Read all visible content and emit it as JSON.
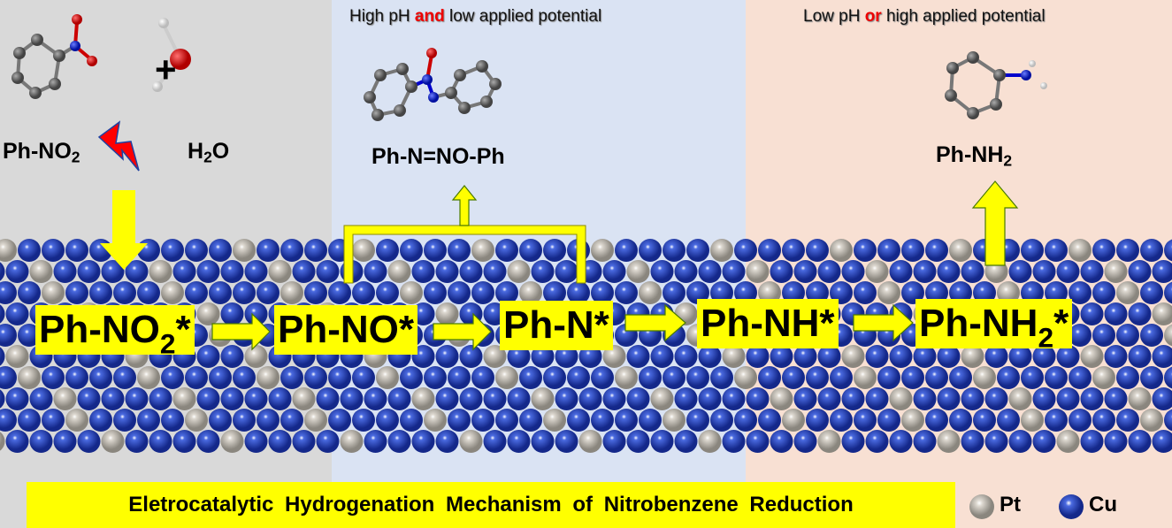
{
  "conditions": {
    "middle": {
      "pre": "High pH ",
      "highlight": "and",
      "post": " low applied potential"
    },
    "right": {
      "pre": "Low pH ",
      "highlight": "or",
      "post": " high applied potential"
    }
  },
  "reactants": {
    "nitrobenzene": {
      "main": "Ph-NO",
      "sub": "2"
    },
    "plus": "+",
    "water": {
      "pre": "H",
      "sub": "2",
      "post": "O"
    }
  },
  "products": {
    "azoxy": "Ph-N=NO-Ph",
    "aniline": {
      "main": "Ph-NH",
      "sub": "2"
    }
  },
  "intermediates": [
    {
      "main": "Ph-NO",
      "sub": "2",
      "post": "*"
    },
    {
      "main": "Ph-NO*",
      "sub": "",
      "post": ""
    },
    {
      "main": "Ph-N*",
      "sub": "",
      "post": ""
    },
    {
      "main": "Ph-NH*",
      "sub": "",
      "post": ""
    },
    {
      "main": "Ph-NH",
      "sub": "2",
      "post": "*"
    }
  ],
  "title": "Eletrocatalytic Hydrogenation Mechanism of Nitrobenzene Reduction",
  "legend": [
    {
      "label": "Pt",
      "color": "#c8c4bc"
    },
    {
      "label": "Cu",
      "color": "#2f4fc0"
    }
  ],
  "colors": {
    "highlight": "#ffff00",
    "condition_emphasis": "#e00000"
  }
}
